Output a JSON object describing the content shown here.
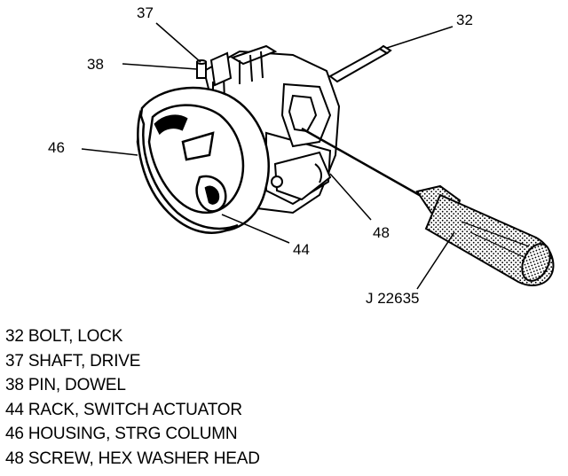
{
  "callouts": {
    "c37": "37",
    "c32": "32",
    "c38": "38",
    "c46": "46",
    "c48": "48",
    "c44": "44",
    "tool": "J 22635"
  },
  "legend": [
    {
      "num": "32",
      "desc": "BOLT, LOCK"
    },
    {
      "num": "37",
      "desc": "SHAFT, DRIVE"
    },
    {
      "num": "38",
      "desc": "PIN, DOWEL"
    },
    {
      "num": "44",
      "desc": "RACK, SWITCH ACTUATOR"
    },
    {
      "num": "46",
      "desc": "HOUSING, STRG COLUMN"
    },
    {
      "num": "48",
      "desc": "SCREW, HEX WASHER HEAD"
    }
  ]
}
